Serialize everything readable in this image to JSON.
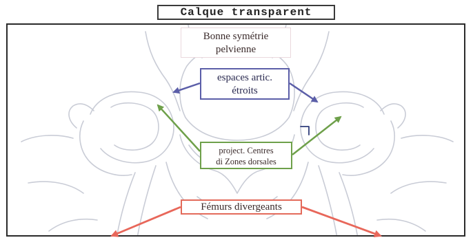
{
  "title": "Calque transparent",
  "labels": {
    "symmetry_line1": "Bonne symétrie",
    "symmetry_line2": "pelvienne",
    "joint_line1": "espaces artic.",
    "joint_line2": "étroits",
    "centers_line1": "project. Centres",
    "centers_line2": "di Zones dorsales",
    "femurs": "Fémurs divergeants"
  },
  "colors": {
    "blue_arrow": "#5b5ea8",
    "green_arrow": "#6ea04a",
    "red_arrow": "#e8675a",
    "bone_outline": "#c9ccd6"
  }
}
